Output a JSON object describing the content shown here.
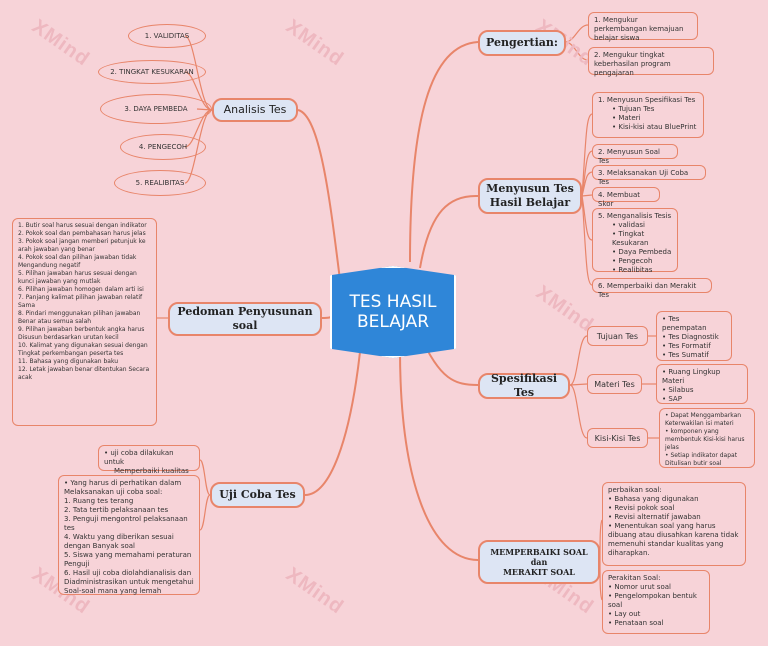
{
  "watermark": "XMind",
  "center": "TES HASIL\nBELAJAR",
  "pengertian": {
    "title": "Pengertian:",
    "items": [
      "1. Mengukur perkembangan kemajuan belajar siswa",
      "2. Mengukur tingkat keberhasilan program pengajaran"
    ]
  },
  "menyusun": {
    "title": "Menyusun Tes Hasil Belajar",
    "n1_head": "1. Menyusun Spesifikasi Tes",
    "n1_items": [
      "• Tujuan Tes",
      "• Materi",
      "• Kisi-kisi atau BluePrint"
    ],
    "n2": "2. Menyusun Soal Tes",
    "n3": "3. Melaksanakan Uji Coba Tes",
    "n4": "4. Membuat Skor",
    "n5_head": "5. Menganalisis Tesis",
    "n5_items": [
      "• validasi",
      "• Tingkat Kesukaran",
      "• Daya Pembeda",
      "• Pengecoh",
      "• Realibitas"
    ],
    "n6": "6. Memperbaiki dan Merakit Tes"
  },
  "spesifikasi": {
    "title": "Spesifikasi Tes",
    "tujuan": {
      "label": "Tujuan Tes",
      "items": [
        "• Tes penempatan",
        "• Tes Diagnostik",
        "• Tes Formatif",
        "• Tes Sumatif"
      ]
    },
    "materi": {
      "label": "Materi Tes",
      "items": [
        "• Ruang Lingkup Materi",
        "• Silabus",
        "• SAP"
      ]
    },
    "kisi": {
      "label": "Kisi-Kisi Tes",
      "items": [
        "• Dapat Menggambarkan Keterwakilan isi materi",
        "• komponen yang membentuk Kisi-kisi harus jelas",
        "• Setiap indikator dapat Ditulisan butir soal"
      ]
    }
  },
  "memperbaiki": {
    "title": "MEMPERBAIKI SOAL\ndan\nMERAKIT SOAL",
    "perbaikan": [
      "perbaikan soal:",
      "• Bahasa yang digunakan",
      "• Revisi pokok soal",
      "• Revisi alternatif jawaban",
      "• Menentukan soal yang harus dibuang atau diusahkan karena tidak memenuhi standar kualitas yang diharapkan."
    ],
    "perakitan": [
      "Perakitan Soal:",
      "• Nomor urut soal",
      "• Pengelompokan bentuk soal",
      "• Lay out",
      "• Penataan soal"
    ]
  },
  "ujicoba": {
    "title": "Uji Coba Tes",
    "desc": [
      "• uji coba dilakukan untuk",
      "Memperbaiki kualitas soal"
    ],
    "items": [
      "• Yang harus di perhatikan dalam Melaksanakan uji coba soal:",
      "1. Ruang tes terang",
      "2. Tata tertib pelaksanaan tes",
      "3. Penguji mengontrol pelaksanaan tes",
      "4. Waktu yang diberikan sesuai dengan Banyak soal",
      "5. Siswa yang memahami peraturan Penguji",
      "6. Hasil uji coba diolahdianalisis dan Diadministrasikan untuk mengetahui Soal-soal mana yang lemah"
    ]
  },
  "pedoman": {
    "title": "Pedoman Penyusunan soal",
    "items": [
      "1. Butir soal harus sesuai dengan indikator",
      "2. Pokok soal dan pembahasan harus jelas",
      "3. Pokok soal jangan memberi petunjuk ke arah jawaban yang benar",
      "4. Pokok soal dan pilihan jawaban tidak Mengandung negatif",
      "5. Pilihan jawaban harus sesuai dengan kunci jawaban yang mutlak",
      "6. Pilihan jawaban homogen dalam arti isi",
      "7. Panjang kalimat pilihan jawaban relatif Sama",
      "8. Pindari menggunakan pilihan jawaban Benar atau semua salah",
      "9. Pilihan jawaban berbentuk angka harus Disusun berdasarkan urutan kecil",
      "10. Kalimat yang digunakan sesuai dengan Tingkat perkembangan peserta tes",
      "11. Bahasa yang digunakan baku",
      "12. Letak jawaban benar ditentukan Secara acak"
    ]
  },
  "analisis": {
    "title": "Analisis Tes",
    "items": [
      "1. VALIDITAS",
      "2. TINGKAT KESUKARAN",
      "3. DAYA PEMBEDA",
      "4. PENGECOH",
      "5. REALIBITAS"
    ]
  }
}
